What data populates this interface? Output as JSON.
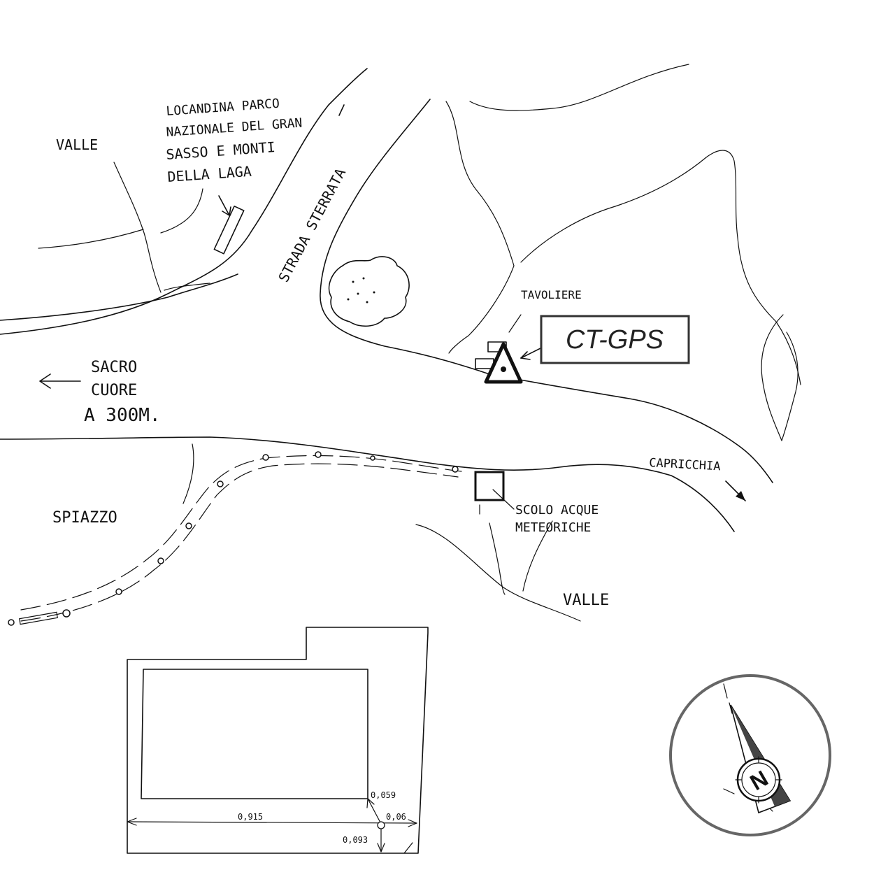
{
  "labels": {
    "valle_nw": "VALLE",
    "locandina": [
      "LOCANDINA PARCO",
      "NAZIONALE DEL GRAN",
      "SASSO E MONTI",
      "DELLA LAGA"
    ],
    "strada": "STRADA STERRATA",
    "tavoliere": "TAVOLIERE",
    "sacro": [
      "SACRO",
      "CUORE",
      "A 300M."
    ],
    "capricchia": "CAPRICCHIA",
    "spiazzo": "SPIAZZO",
    "scolo": [
      "SCOLO ACQUE",
      "METEORICHE"
    ],
    "valle_s": "VALLE"
  },
  "marker": {
    "label": "CT-GPS"
  },
  "dimensions": {
    "d1": "0,059",
    "d2": "0,915",
    "d3": "0,06",
    "d4": "0,093"
  },
  "compass": {
    "letter": "N"
  }
}
